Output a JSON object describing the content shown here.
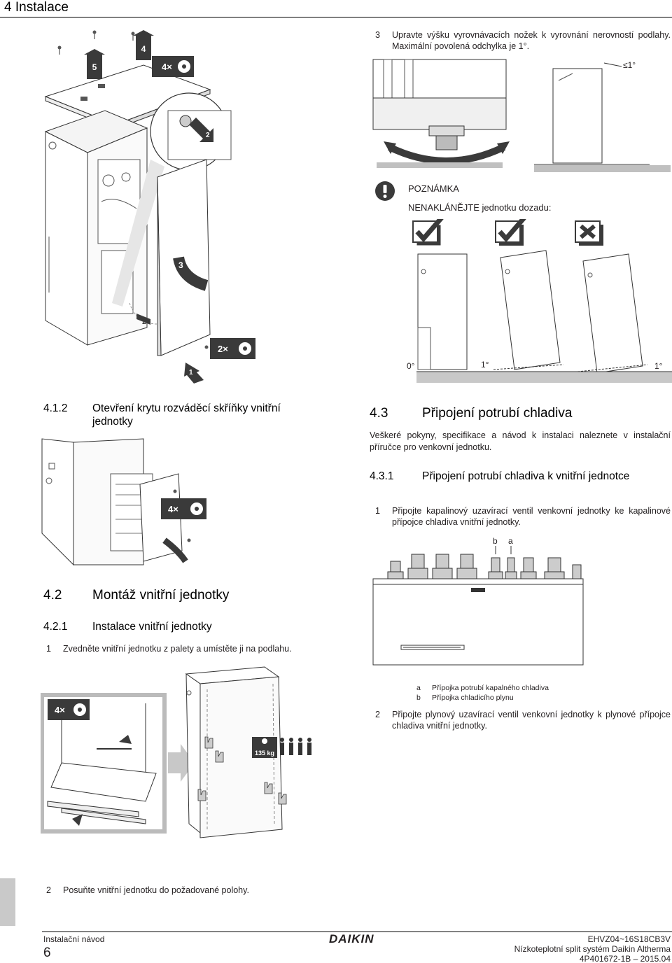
{
  "header": {
    "title": "4 Instalace"
  },
  "right_column": {
    "step3": {
      "num": "3",
      "text": "Upravte výšku vyrovnávacích nožek k vyrovnání nerovností podlahy. Maximální povolená odchylka je 1°."
    },
    "fig_level": {
      "label_max": "≤1°"
    },
    "note": {
      "title": "POZNÁMKA",
      "text": "NENAKLÁNĚJTE jednotku dozadu:",
      "tilt_labels": [
        "0°",
        "1°",
        "1°"
      ]
    },
    "section_43": {
      "num": "4.3",
      "title": "Připojení potrubí chladiva",
      "text": "Veškeré pokyny, specifikace a návod k instalaci naleznete v instalační příručce pro venkovní jednotku."
    },
    "section_431": {
      "num": "4.3.1",
      "title": "Připojení potrubí chladiva k vnitřní jednotce"
    },
    "step1": {
      "num": "1",
      "text": "Připojte kapalinový uzavírací ventil venkovní jednotky ke kapalinové přípojce chladiva vnitřní jednotky."
    },
    "fig_pipes": {
      "label_b": "b",
      "label_a": "a"
    },
    "legend": [
      {
        "key": "a",
        "text": "Přípojka potrubí kapalného chladiva"
      },
      {
        "key": "b",
        "text": "Přípojka chladicího plynu"
      }
    ],
    "step2": {
      "num": "2",
      "text": "Připojte plynový uzavírací ventil venkovní jednotky k plynové přípojce chladiva vnitřní jednotky."
    }
  },
  "left_column": {
    "fig_top": {
      "badge_4x": "4×",
      "badge_2x": "2×",
      "callouts": [
        "5",
        "4",
        "3",
        "2",
        "2",
        "1"
      ]
    },
    "section_412": {
      "num": "4.1.2",
      "title": "Otevření krytu rozváděcí skříňky vnitřní jednotky"
    },
    "fig_switchbox": {
      "badge_4x": "4×"
    },
    "section_42": {
      "num": "4.2",
      "title": "Montáž vnitřní jednotky"
    },
    "section_421": {
      "num": "4.2.1",
      "title": "Instalace vnitřní jednotky"
    },
    "step1": {
      "num": "1",
      "text": "Zvedněte vnitřní jednotku z palety a umístěte ji na podlahu."
    },
    "fig_lift": {
      "badge_4x": "4×",
      "weight": "135 kg"
    },
    "step2": {
      "num": "2",
      "text": "Posuňte vnitřní jednotku do požadované polohy."
    }
  },
  "footer": {
    "left_label": "Instalační návod",
    "page_number": "6",
    "brand": "DAIKIN",
    "model": "EHVZ04~16S18CB3V",
    "system": "Nízkoteplotní split systém Daikin Altherma",
    "doc_id": "4P401672-1B – 2015.04"
  }
}
